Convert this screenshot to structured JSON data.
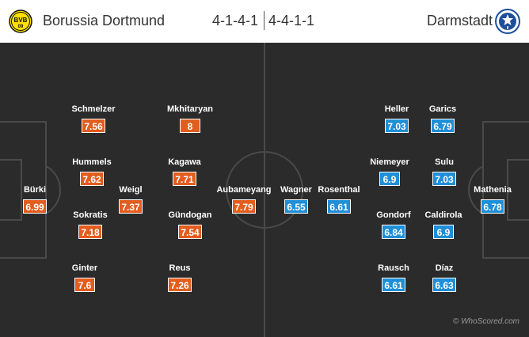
{
  "header": {
    "home_team": "Borussia Dortmund",
    "away_team": "Darmstadt",
    "home_formation": "4-1-4-1",
    "away_formation": "4-4-1-1",
    "home_crest_text": "BVB 09"
  },
  "home_players": [
    {
      "name": "Bürki",
      "rating": "6.99"
    },
    {
      "name": "Schmelzer",
      "rating": "7.56"
    },
    {
      "name": "Hummels",
      "rating": "7.62"
    },
    {
      "name": "Sokratis",
      "rating": "7.18"
    },
    {
      "name": "Ginter",
      "rating": "7.6"
    },
    {
      "name": "Weigl",
      "rating": "7.37"
    },
    {
      "name": "Mkhitaryan",
      "rating": "8"
    },
    {
      "name": "Kagawa",
      "rating": "7.71"
    },
    {
      "name": "Gündogan",
      "rating": "7.54"
    },
    {
      "name": "Reus",
      "rating": "7.26"
    },
    {
      "name": "Aubameyang",
      "rating": "7.79"
    }
  ],
  "away_players": [
    {
      "name": "Wagner",
      "rating": "6.55"
    },
    {
      "name": "Rosenthal",
      "rating": "6.61"
    },
    {
      "name": "Heller",
      "rating": "7.03"
    },
    {
      "name": "Niemeyer",
      "rating": "6.9"
    },
    {
      "name": "Gondorf",
      "rating": "6.84"
    },
    {
      "name": "Rausch",
      "rating": "6.61"
    },
    {
      "name": "Garics",
      "rating": "6.79"
    },
    {
      "name": "Sulu",
      "rating": "7.03"
    },
    {
      "name": "Caldirola",
      "rating": "6.9"
    },
    {
      "name": "Díaz",
      "rating": "6.63"
    },
    {
      "name": "Mathenia",
      "rating": "6.78"
    }
  ],
  "watermark": "© WhoScored.com",
  "colors": {
    "home_rating": "#e25d1e",
    "away_rating": "#1f8fd8",
    "pitch": "#2b2b2b",
    "lines": "#4a4a4a",
    "bvb_yellow": "#fde100",
    "darmstadt_blue": "#1d4f9c"
  },
  "icons": {
    "home_crest": "bvb-crest-icon",
    "away_crest": "darmstadt-crest-icon"
  }
}
